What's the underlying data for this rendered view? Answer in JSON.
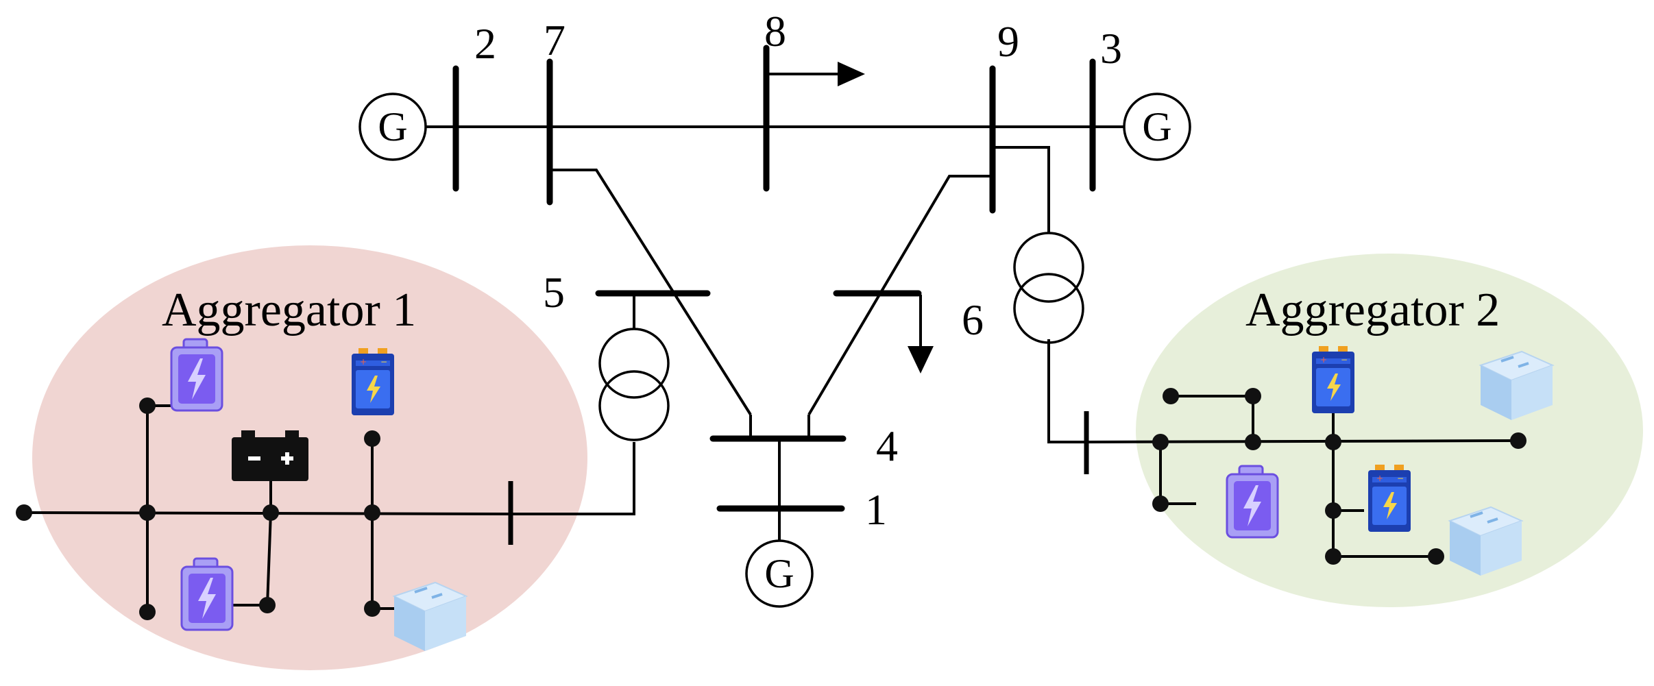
{
  "bus_labels": {
    "b1": "1",
    "b2": "2",
    "b3": "3",
    "b4": "4",
    "b5": "5",
    "b6": "6",
    "b7": "7",
    "b8": "8",
    "b9": "9"
  },
  "generator_label": "G",
  "aggregators": [
    {
      "name": "Aggregator 1",
      "fill": "#f0d5d2"
    },
    {
      "name": "Aggregator 2",
      "fill": "#e7efda"
    }
  ],
  "icons": {
    "ev_battery": "ev-battery-icon",
    "storage_battery": "blue-battery-icon",
    "car_battery": "car-battery-icon",
    "energy_storage_unit": "storage-unit-icon"
  }
}
